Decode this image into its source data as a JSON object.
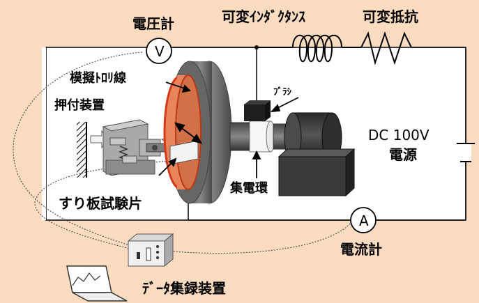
{
  "labels": {
    "voltmeter": "電圧計",
    "voltmeter_symbol": "V",
    "variable_inductance": "可変ｲﾝﾀﾞｸﾀﾝｽ",
    "variable_resistance": "可変抵抗",
    "trolley_wire": "模擬ﾄﾛﾘ線",
    "pressing_device": "押付装置",
    "brush": "ﾌﾞﾗｼ",
    "power_voltage": "DC 100V",
    "power_source": "電源",
    "slip_ring": "集電環",
    "sliding_plate": "すり板試験片",
    "ammeter_symbol": "A",
    "ammeter": "電流計",
    "data_logger": "ﾃﾞｰﾀ集録装置"
  },
  "colors": {
    "background": "#fcdcc0",
    "panel": "#ffffff",
    "disc_face": "#e8855a",
    "disc_rim": "#d43a1a",
    "wheel": "#6e6e6e"
  },
  "icons": [
    "voltmeter-icon",
    "inductor-coil-icon",
    "resistor-zigzag-icon",
    "battery-icon",
    "ammeter-icon",
    "laptop-icon"
  ]
}
